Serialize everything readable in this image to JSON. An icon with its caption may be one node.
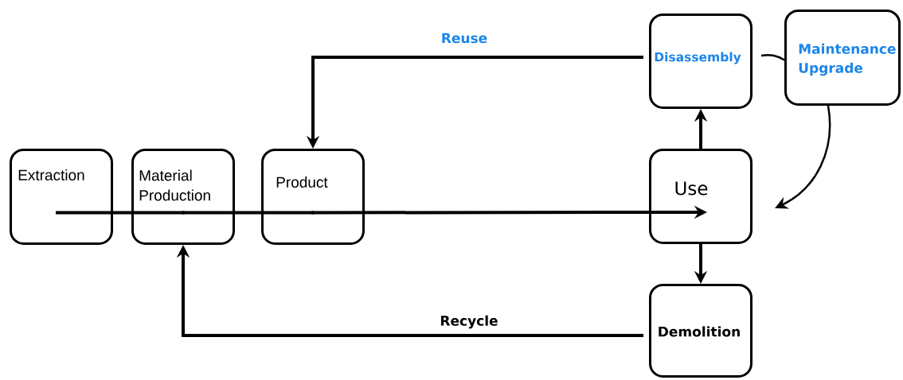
{
  "diagram": {
    "nodes": [
      {
        "text": [
          "Extraction"
        ]
      },
      {
        "text": [
          "Material Production"
        ]
      },
      {
        "text": [
          "Product"
        ]
      },
      {
        "text": [
          "Disassembly"
        ]
      },
      {
        "text": [
          "Maintenance Upgrade"
        ]
      },
      {
        "text": [
          "Use"
        ]
      },
      {
        "text": [
          "Demolition"
        ]
      }
    ],
    "edges": [
      {
        "from": 0,
        "to": 1,
        "arrow": "none"
      },
      {
        "from": 1,
        "to": 2,
        "arrow": "none"
      },
      {
        "from": 2,
        "to": 5,
        "arrow": "to"
      },
      {
        "from": 3,
        "to": 2,
        "arrow": "to",
        "label": "Reuse"
      },
      {
        "from": 3,
        "to": 4,
        "arrow": "none"
      },
      {
        "from": 4,
        "to": 5,
        "arrow": "to"
      },
      {
        "from": 5,
        "to": 3,
        "arrow": "to"
      },
      {
        "from": 5,
        "to": 6,
        "arrow": "to"
      },
      {
        "from": 6,
        "to": 1,
        "arrow": "to",
        "label": "Recycle"
      }
    ]
  }
}
